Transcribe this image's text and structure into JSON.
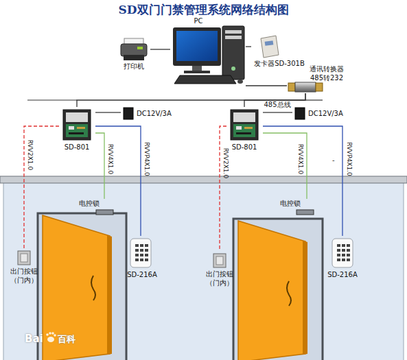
{
  "diagram": {
    "title": "SD双门门禁管理系统网络结构图",
    "nodes": [
      {
        "text": [
          "PC"
        ]
      },
      {
        "text": [
          "打印机"
        ]
      },
      {
        "text": [
          "发卡器SD-301B"
        ]
      },
      {
        "text": [
          "通讯转换器 485转232"
        ]
      },
      {
        "text": [
          "SD-801"
        ]
      },
      {
        "text": [
          "DC12V/3A"
        ]
      },
      {
        "text": [
          "SD-801"
        ]
      },
      {
        "text": [
          "DC12V/3A"
        ]
      },
      {
        "text": [
          "电控锁"
        ]
      },
      {
        "text": [
          "出门按钮 （门内）"
        ]
      },
      {
        "text": [
          "SD-216A"
        ]
      },
      {
        "text": [
          "电控锁"
        ]
      },
      {
        "text": [
          "出门按钮 （门内）"
        ]
      },
      {
        "text": [
          "SD-216A"
        ]
      }
    ],
    "edges": [
      {
        "from": 1,
        "to": 0,
        "arrow": "none"
      },
      {
        "from": 0,
        "to": 2,
        "arrow": "none"
      },
      {
        "from": 0,
        "to": 3,
        "arrow": "none"
      },
      {
        "from": 3,
        "to": 4,
        "arrow": "none"
      },
      {
        "from": 3,
        "to": 6,
        "label": "485总线",
        "arrow": "none"
      },
      {
        "from": 4,
        "to": 5,
        "arrow": "none"
      },
      {
        "from": 6,
        "to": 7,
        "arrow": "none"
      },
      {
        "from": 4,
        "to": 9,
        "label": "RVV2X1.0",
        "arrow": "none"
      },
      {
        "from": 4,
        "to": 8,
        "label": "RVV4X1.0",
        "arrow": "none"
      },
      {
        "from": 4,
        "to": 10,
        "label": "RVVP4X1.0",
        "arrow": "none"
      },
      {
        "from": 6,
        "to": 12,
        "label": "RVV2X1.0",
        "arrow": "none"
      },
      {
        "from": 6,
        "to": 11,
        "label": "RVV4X1.0",
        "arrow": "none"
      },
      {
        "from": 6,
        "to": 13,
        "label": "RVVP4X1.0",
        "arrow": "none"
      }
    ],
    "labels": [
      "-",
      "Bai",
      "百科"
    ]
  }
}
